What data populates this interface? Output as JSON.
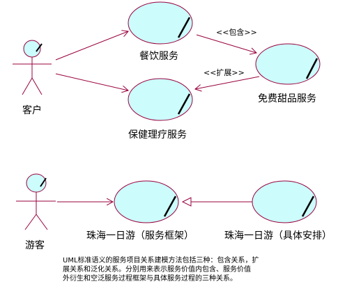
{
  "actors": {
    "customer": "客户",
    "tourist": "游客"
  },
  "use_cases": {
    "catering": "餐饮服务",
    "healthcare": "保健理疗服务",
    "free_dessert": "免费甜品服务",
    "zhuhai_framework": "珠海一日游（服务框架）",
    "zhuhai_arrangement": "珠海一日游（具体安排）"
  },
  "relations": {
    "include": "<<包含>>",
    "extend": "<<扩展>>"
  },
  "caption": {
    "line1": "UML标准语义的服务项目关系建模方法包括三种：包含关系，扩",
    "line2": "展关系和泛化关系。分别用来表示服务价值内包含、服务价值",
    "line3": "外衍生和空泛服务过程框架与具体服务过程的三种关系。"
  },
  "colors": {
    "ellipse_fill": "#ccfcfc",
    "line": "#99003d"
  }
}
